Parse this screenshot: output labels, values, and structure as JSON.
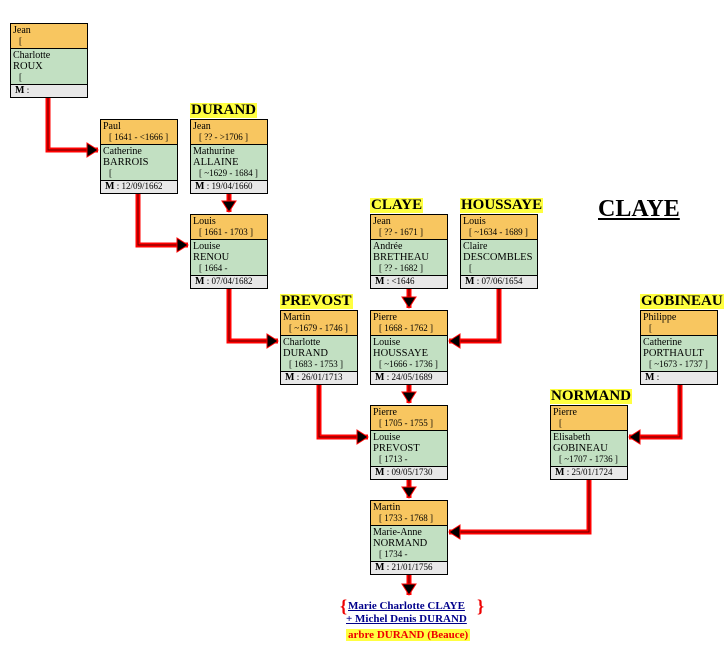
{
  "title": "CLAYE",
  "colors": {
    "husband": "#f8c660",
    "wife": "#c2e0c2",
    "marriage": "#e8e8e8",
    "arrow": "#ff0000",
    "label": "#ffff40"
  },
  "boxes": [
    {
      "id": "b1",
      "label": "",
      "husband": "Jean",
      "hdates": "[",
      "wife": "Charlotte",
      "surname": "ROUX",
      "wdates": "[",
      "marriage": ""
    },
    {
      "id": "b2",
      "label": "",
      "husband": "Paul",
      "hdates": "[ 1641 - <1666 ]",
      "wife": "Catherine",
      "surname": "BARROIS",
      "wdates": "[",
      "marriage": "12/09/1662"
    },
    {
      "id": "b3",
      "label": "DURAND",
      "husband": "Jean",
      "hdates": "[ ?? - >1706 ]",
      "wife": "Mathurine",
      "surname": "ALLAINE",
      "wdates": "[ ~1629 - 1684 ]",
      "marriage": "19/04/1660"
    },
    {
      "id": "b4",
      "label": "",
      "husband": "Louis",
      "hdates": "[ 1661 - 1703 ]",
      "wife": "Louise",
      "surname": "RENOU",
      "wdates": "[ 1664 -",
      "marriage": "07/04/1682"
    },
    {
      "id": "b5",
      "label": "CLAYE",
      "husband": "Jean",
      "hdates": "[ ?? - 1671 ]",
      "wife": "Andrée",
      "surname": "BRETHEAU",
      "wdates": "[ ?? - 1682 ]",
      "marriage": "<1646"
    },
    {
      "id": "b6",
      "label": "HOUSSAYE",
      "husband": "Louis",
      "hdates": "[ ~1634 - 1689 ]",
      "wife": "Claire",
      "surname": "DESCOMBLES",
      "wdates": "[",
      "marriage": "07/06/1654"
    },
    {
      "id": "b7",
      "label": "PREVOST",
      "husband": "Martin",
      "hdates": "[ ~1679 - 1746 ]",
      "wife": "Charlotte",
      "surname": "DURAND",
      "wdates": "[ 1683 - 1753 ]",
      "marriage": "26/01/1713"
    },
    {
      "id": "b8",
      "label": "",
      "husband": "Pierre",
      "hdates": "[ 1668 - 1762 ]",
      "wife": "Louise",
      "surname": "HOUSSAYE",
      "wdates": "[ ~1666 - 1736 ]",
      "marriage": "24/05/1689"
    },
    {
      "id": "b9",
      "label": "GOBINEAU",
      "husband": "Philippe",
      "hdates": "[",
      "wife": "Catherine",
      "surname": "PORTHAULT",
      "wdates": "[ ~1673 - 1737 ]",
      "marriage": ""
    },
    {
      "id": "b10",
      "label": "",
      "husband": "Pierre",
      "hdates": "[ 1705 - 1755 ]",
      "wife": "Louise",
      "surname": "PREVOST",
      "wdates": "[ 1713 -",
      "marriage": "09/05/1730"
    },
    {
      "id": "b11",
      "label": "NORMAND",
      "husband": "Pierre",
      "hdates": "[",
      "wife": "Elisabeth",
      "surname": "GOBINEAU",
      "wdates": "[ ~1707 - 1736 ]",
      "marriage": "25/01/1724"
    },
    {
      "id": "b12",
      "label": "",
      "husband": "Martin",
      "hdates": "[ 1733 - 1768 ]",
      "wife": "Marie-Anne",
      "surname": "NORMAND",
      "wdates": "[ 1734 -",
      "marriage": "21/01/1756"
    }
  ],
  "marriage_prefix": "M",
  "footer": {
    "link1": "Marie Charlotte CLAYE",
    "link2": "+ Michel Denis DURAND",
    "tree": "arbre DURAND (Beauce)"
  }
}
